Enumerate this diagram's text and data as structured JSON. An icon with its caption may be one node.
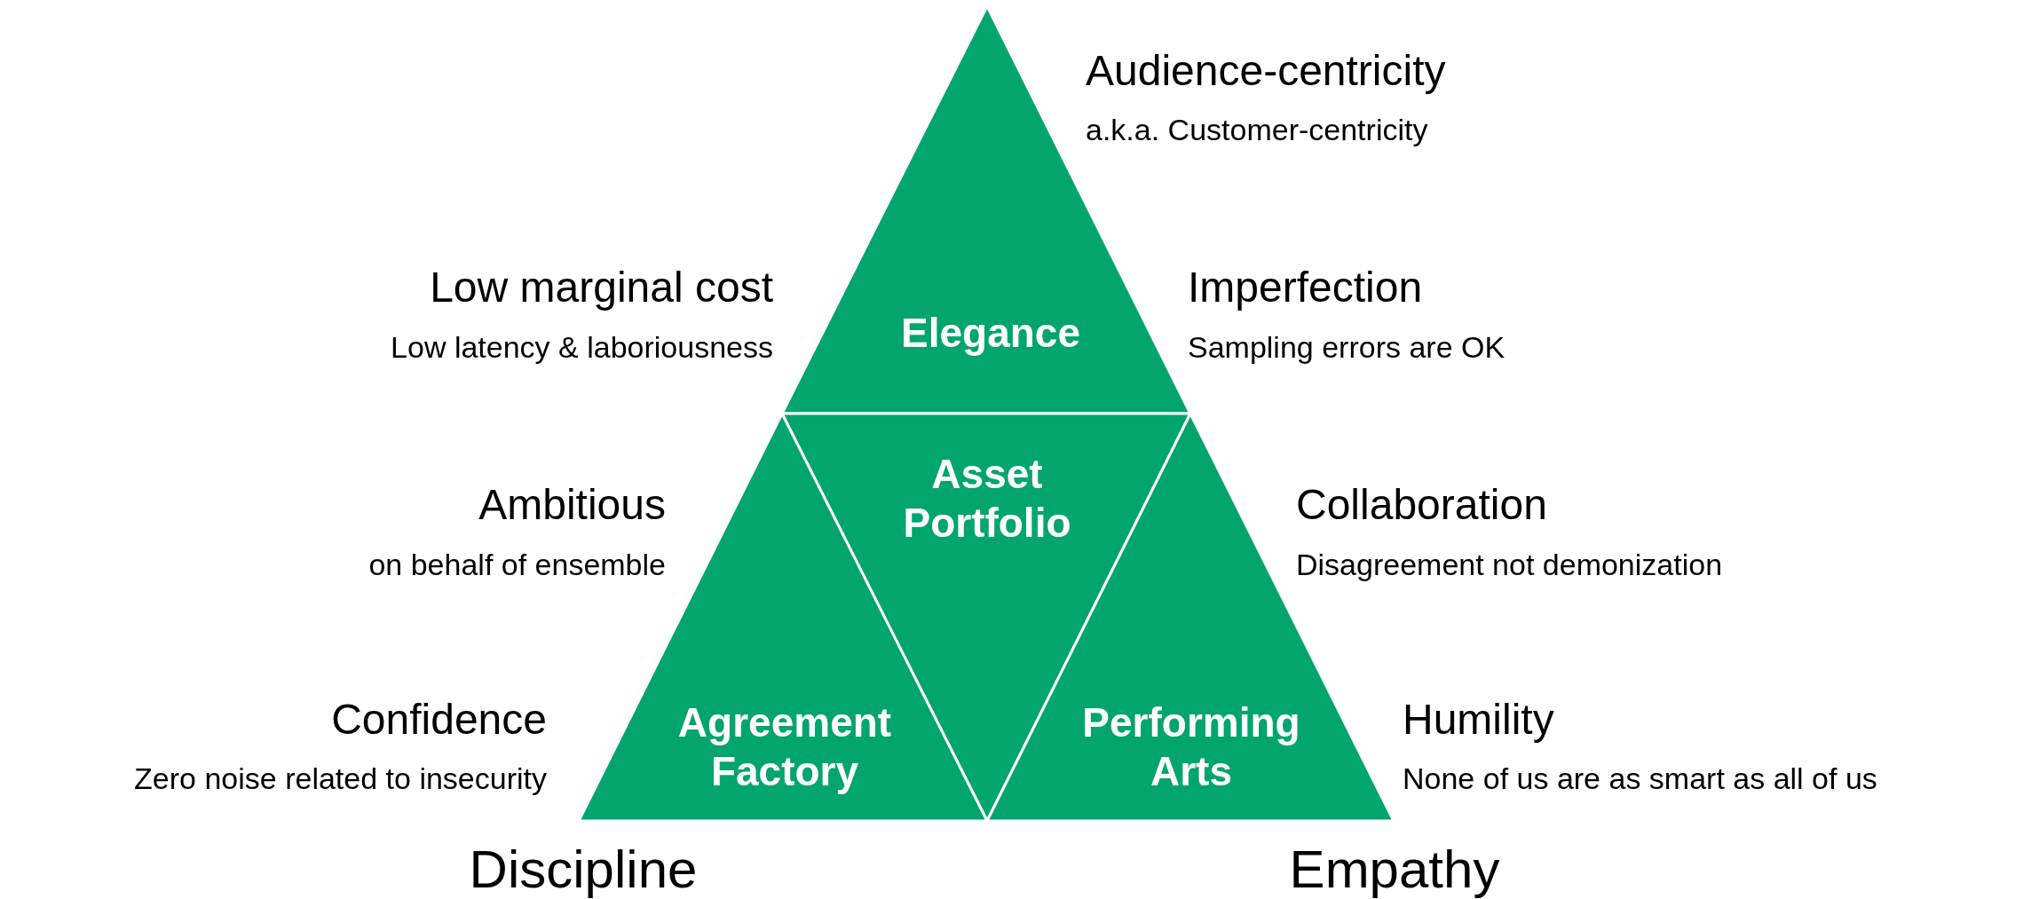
{
  "diagram": {
    "nodes": [
      {
        "text": [
          "Elegance"
        ]
      },
      {
        "text": [
          "Asset Portfolio"
        ]
      },
      {
        "text": [
          "Agreement Factory"
        ]
      },
      {
        "text": [
          "Performing Arts"
        ]
      }
    ],
    "labels": [
      "Audience-centricity",
      "a.k.a. Customer-centricity",
      "Low marginal cost",
      "Low latency & laboriousness",
      "Imperfection",
      "Sampling errors are OK",
      "Ambitious",
      "on behalf of ensemble",
      "Collaboration",
      "Disagreement not demonization",
      "Confidence",
      "Zero noise related to insecurity",
      "Humility",
      "None of us are as smart as all of us",
      "Discipline",
      "Empathy"
    ]
  }
}
